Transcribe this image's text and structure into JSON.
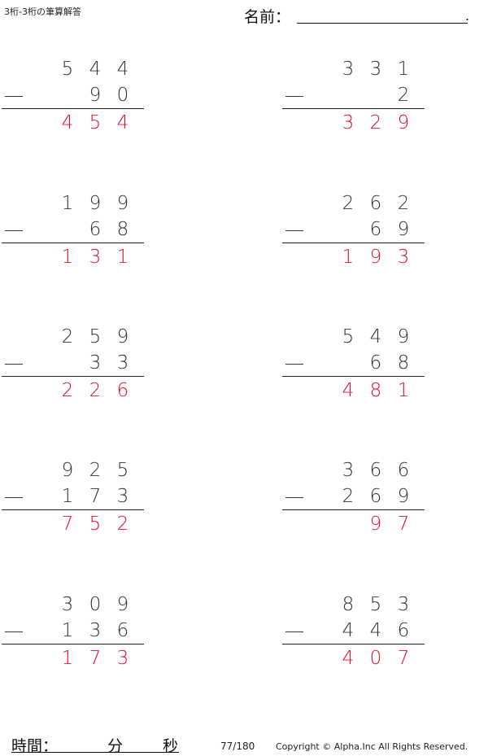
{
  "header": {
    "title": "3桁-3桁の筆算解答",
    "name_label": "名前：",
    "name_end": "."
  },
  "problems": [
    {
      "top": "544",
      "bottom": "90",
      "answer": "454"
    },
    {
      "top": "331",
      "bottom": "2",
      "answer": "329"
    },
    {
      "top": "199",
      "bottom": "68",
      "answer": "131"
    },
    {
      "top": "262",
      "bottom": "69",
      "answer": "193"
    },
    {
      "top": "259",
      "bottom": "33",
      "answer": "226"
    },
    {
      "top": "549",
      "bottom": "68",
      "answer": "481"
    },
    {
      "top": "925",
      "bottom": "173",
      "answer": "752"
    },
    {
      "top": "366",
      "bottom": "269",
      "answer": "97"
    },
    {
      "top": "309",
      "bottom": "136",
      "answer": "173"
    },
    {
      "top": "853",
      "bottom": "446",
      "answer": "407"
    }
  ],
  "footer": {
    "time_label": "時間：",
    "minute_label": "分",
    "second_label": "秒",
    "page": "77/180",
    "copyright": "Copyright © Alpha.Inc All Rights Reserved."
  },
  "colors": {
    "answer": "#e0112e",
    "text": "#333333"
  }
}
